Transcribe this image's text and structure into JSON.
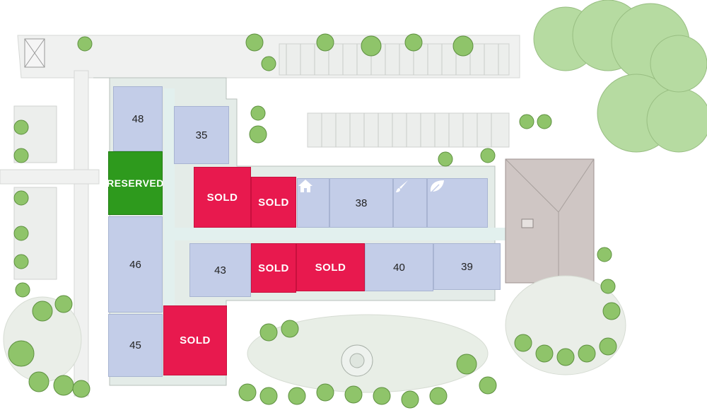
{
  "units": [
    {
      "id": "48",
      "label": "48",
      "status": "available"
    },
    {
      "id": "35",
      "label": "35",
      "status": "available"
    },
    {
      "id": "reserved",
      "label": "RESERVED",
      "status": "reserved"
    },
    {
      "id": "sold-a",
      "label": "SOLD",
      "status": "sold"
    },
    {
      "id": "sold-b",
      "label": "SOLD",
      "status": "sold"
    },
    {
      "id": "38",
      "label": "38",
      "status": "available"
    },
    {
      "id": "46",
      "label": "46",
      "status": "available"
    },
    {
      "id": "43",
      "label": "43",
      "status": "available"
    },
    {
      "id": "sold-c",
      "label": "SOLD",
      "status": "sold"
    },
    {
      "id": "sold-d",
      "label": "SOLD",
      "status": "sold"
    },
    {
      "id": "40",
      "label": "40",
      "status": "available"
    },
    {
      "id": "39",
      "label": "39",
      "status": "available"
    },
    {
      "id": "45",
      "label": "45",
      "status": "available"
    },
    {
      "id": "sold-e",
      "label": "SOLD",
      "status": "sold"
    }
  ],
  "amenities": [
    {
      "id": "home",
      "icon": "house-icon"
    },
    {
      "id": "art",
      "icon": "paintbrush-icon"
    },
    {
      "id": "garden",
      "icon": "leaf-icon"
    }
  ],
  "colors": {
    "available": "#c3cde8",
    "sold": "#e8194e",
    "reserved": "#2e9a1d",
    "tree": "#8fc46a",
    "path": "#eef0ee",
    "lawn": "#dfe8dc"
  }
}
